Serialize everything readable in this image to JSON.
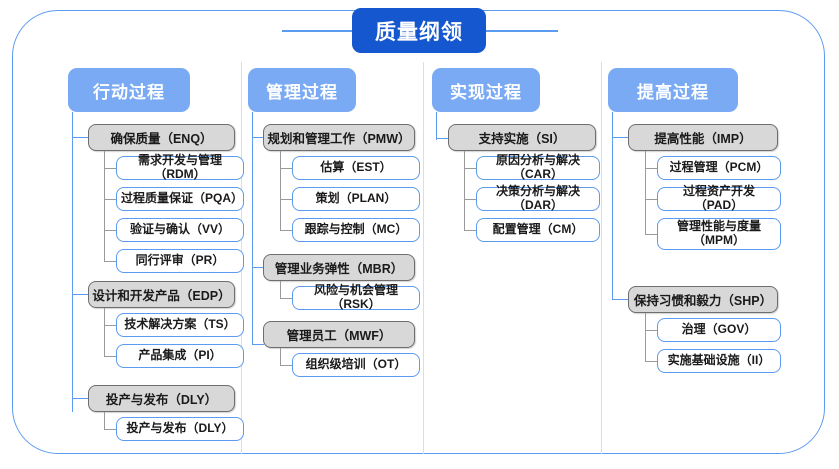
{
  "diagram": {
    "title": "质量纲领",
    "frame_color": "#5B9BF0",
    "title_color": "#1557CE",
    "header_color": "#7BAAF4",
    "group_color": "#D8D8D8",
    "leaf_border_color": "#5B9BF0"
  },
  "columns": [
    {
      "header": "行动过程",
      "groups": [
        {
          "label": "确保质量（ENQ）",
          "children": [
            "需求开发与管理（RDM）",
            "过程质量保证（PQA）",
            "验证与确认（VV）",
            "同行评审（PR）"
          ]
        },
        {
          "label": "设计和开发产品（EDP）",
          "children": [
            "技术解决方案（TS）",
            "产品集成（PI）"
          ]
        },
        {
          "label": "投产与发布（DLY）",
          "children": [
            "投产与发布（DLY）"
          ]
        }
      ]
    },
    {
      "header": "管理过程",
      "groups": [
        {
          "label": "规划和管理工作（PMW）",
          "children": [
            "估算（EST）",
            "策划（PLAN）",
            "跟踪与控制（MC）"
          ]
        },
        {
          "label": "管理业务弹性（MBR）",
          "children": [
            "风险与机会管理（RSK）"
          ]
        },
        {
          "label": "管理员工（MWF）",
          "children": [
            "组织级培训（OT）"
          ]
        }
      ]
    },
    {
      "header": "实现过程",
      "groups": [
        {
          "label": "支持实施（SI）",
          "children": [
            "原因分析与解决（CAR）",
            "决策分析与解决（DAR）",
            "配置管理（CM）"
          ]
        }
      ]
    },
    {
      "header": "提高过程",
      "groups": [
        {
          "label": "提高性能（IMP）",
          "children": [
            "过程管理（PCM）",
            "过程资产开发（PAD）",
            "管理性能与度量\n（MPM）"
          ]
        },
        {
          "label": "保持习惯和毅力（SHP）",
          "children": [
            "治理（GOV）",
            "实施基础设施（II）"
          ]
        }
      ]
    }
  ]
}
